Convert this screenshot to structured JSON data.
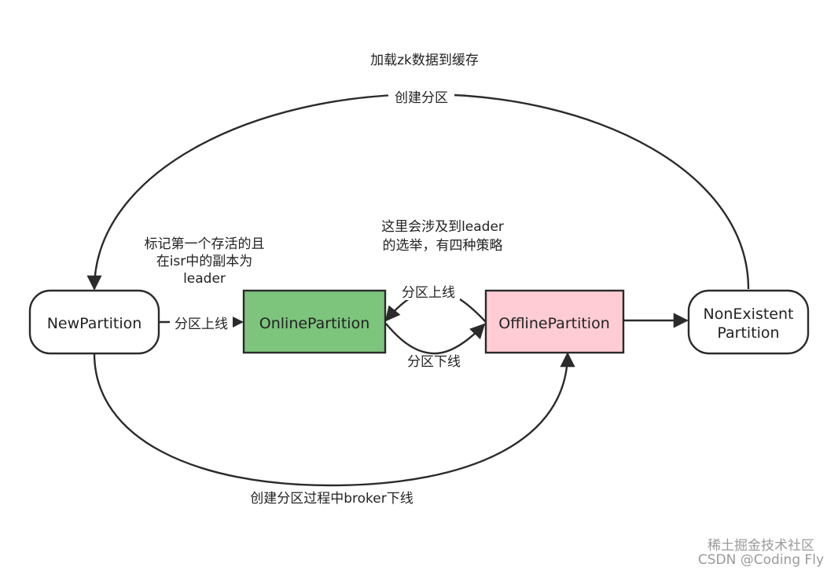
{
  "nodes": {
    "new_partition": "NewPartition",
    "online_partition": "OnlinePartition",
    "offline_partition": "OfflinePartition",
    "non_existent_line1": "NonExistent",
    "non_existent_line2": "Partition"
  },
  "edges": {
    "top_label_line1": "加载zk数据到缓存",
    "top_label_line2": "创建分区",
    "new_to_online": "分区上线",
    "offline_to_online": "分区上线",
    "online_to_offline": "分区下线",
    "new_to_offline": "创建分区过程中broker下线"
  },
  "annotations": {
    "leader_mark_line1": "标记第一个存活的且",
    "leader_mark_line2": "在isr中的副本为",
    "leader_mark_line3": "leader",
    "election_line1": "这里会涉及到leader",
    "election_line2": "的选举，有四种策略"
  },
  "watermark": {
    "line1": "稀土掘金技术社区",
    "line2": "CSDN @Coding Fly"
  },
  "colors": {
    "online_fill": "#7dc47d",
    "offline_fill": "#ffccd5",
    "stroke": "#2b2b2b"
  }
}
